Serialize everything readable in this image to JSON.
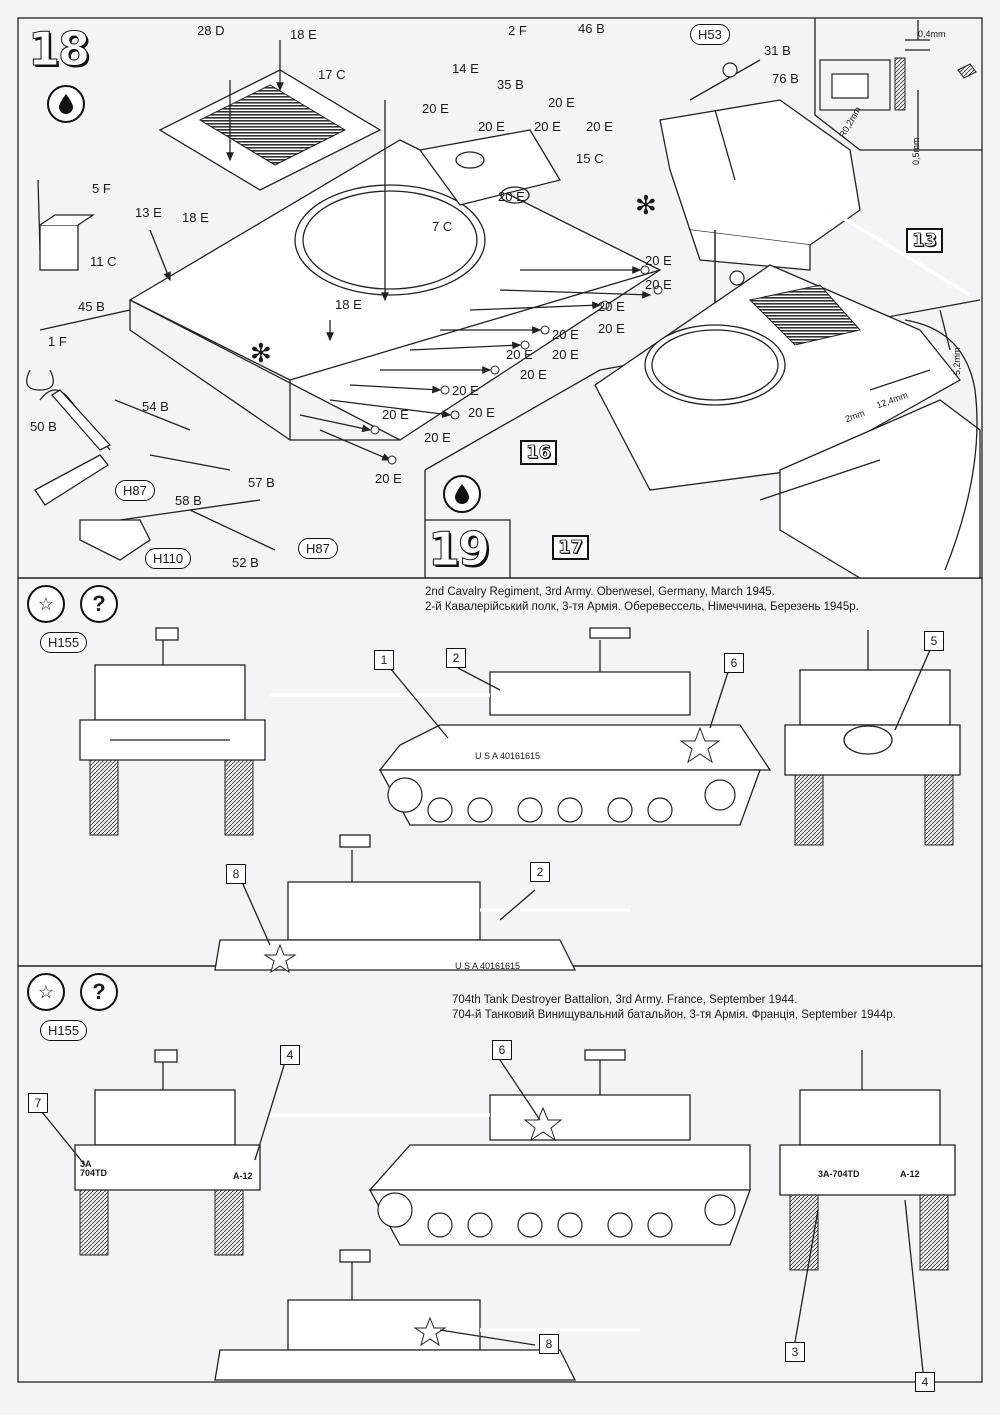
{
  "steps": {
    "step18": "18",
    "step19": "19",
    "ref13": "13",
    "ref16": "16",
    "ref17": "17"
  },
  "parts": {
    "p28D": "28 D",
    "p18E_a": "18 E",
    "p17C": "17 C",
    "p2F": "2 F",
    "p46B": "46 B",
    "pH53": "H53",
    "p31B": "31 B",
    "p76B": "76 B",
    "p14E": "14 E",
    "p35B": "35 B",
    "p20E_1": "20 E",
    "p20E_2": "20 E",
    "p20E_3": "20 E",
    "p20E_4": "20 E",
    "p20E_5": "20 E",
    "p15C": "15 C",
    "p5F": "5 F",
    "p13E": "13 E",
    "p18E_b": "18 E",
    "p7C": "7 C",
    "p11C": "11 C",
    "p45B": "45 B",
    "p1F": "1 F",
    "p18E_c": "18 E",
    "p20E_r1": "20 E",
    "p20E_r2": "20 E",
    "p20E_r3": "20 E",
    "p20E_r4": "20 E",
    "p20E_r5": "20 E",
    "p20E_r6": "20 E",
    "p20E_r7": "20 E",
    "p20E_r8": "20 E",
    "p20E_r9": "20 E",
    "p20E_r10": "20 E",
    "p20E_r11": "20 E",
    "p20E_r12": "20 E",
    "p20E_r13": "20 E",
    "p20E_r14": "20 E",
    "p50B": "50 B",
    "p54B": "54 B",
    "p57B": "57 B",
    "p58B": "58 B",
    "pH87a": "H87",
    "pH110": "H110",
    "p52B": "52 B",
    "pH87b": "H87"
  },
  "dims": {
    "d04": "0,4mm",
    "dR02": "R0,2mm",
    "d05": "0,5mm",
    "d52": "5,2mm",
    "d2": "2mm",
    "d124": "12,4mm"
  },
  "scheme1": {
    "paint_code": "H155",
    "caption_en": "2nd Cavalry Regiment, 3rd Army. Oberwesel, Germany, March 1945.",
    "caption_ua": "2-й Кавалерійський полк, 3-тя Армія. Оберевессель, Німеччина, Березень 1945р.",
    "marking_text": "U S A  40161615",
    "marking_text2": "U S A  40161615",
    "callouts": [
      "1",
      "2",
      "6",
      "5",
      "8",
      "2"
    ]
  },
  "scheme2": {
    "paint_code": "H155",
    "caption_en": "704th Tank Destroyer Battalion, 3rd Army. France, September 1944.",
    "caption_ua": "704-й Танковий Винищувальний батальйон, 3-тя Армія. Франція, September 1944р.",
    "front_mark_left": "3A\n704TD",
    "front_mark_right": "A-12",
    "rear_mark_left": "3A-704TD",
    "rear_mark_right": "A-12",
    "callouts": [
      "4",
      "7",
      "6",
      "8",
      "3",
      "4"
    ]
  },
  "colors": {
    "line": "#222222",
    "paper": "#f4f4f6"
  }
}
